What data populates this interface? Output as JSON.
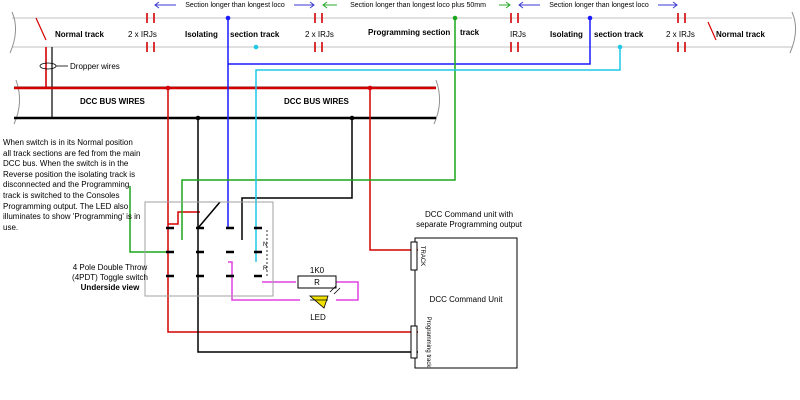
{
  "sections": {
    "normal_left": "Normal track",
    "irj_1": "2 x IRJs",
    "isolating_left": "Isolating",
    "section_track_left": "section track",
    "irj_2": "2 x IRJs",
    "programming": "Programming section",
    "track_word": "track",
    "irj_3": "IRJs",
    "isolating_right": "Isolating",
    "section_track_right": "section track",
    "irj_4": "2 x IRJs",
    "normal_right": "Normal track"
  },
  "dimensions": {
    "left": "Section longer than longest loco",
    "middle": "Section longer than longest loco plus 50mm",
    "right": "Section longer than longest loco"
  },
  "dropper_label": "Dropper wires",
  "bus_labels": [
    "DCC BUS WIRES",
    "DCC BUS WIRES"
  ],
  "description": "When switch is in its Normal position all track sections are fed from the main DCC bus. When the switch is in the Reverse position the isolating track is disconnected and the Programming track is switched to the Consoles Programming output. The LED also illuminates to show 'Programming' is in use.",
  "switch": {
    "caption_line1": "4 Pole Double Throw",
    "caption_line2": "(4PDT) Toggle switch",
    "caption_bold": "Underside view",
    "n_label": "N",
    "r_label": "R"
  },
  "resistor": {
    "value": "1K0",
    "symbol": "R"
  },
  "led_label": "LED",
  "command_unit": {
    "header": "DCC Command unit with separate Programming output",
    "body": "DCC Command Unit",
    "track_port": "TRACK",
    "prog_port": "Programming track"
  },
  "colors": {
    "red": "#d40000",
    "blue": "#1a1aff",
    "green": "#1aa51a",
    "cyan": "#1fc8e6",
    "magenta": "#e040e0",
    "black": "#000000",
    "dim_line": "#3a3ad0",
    "dim_line_green": "#2aa82a",
    "rail": "#bfbfbf",
    "led": "#f0e000"
  }
}
